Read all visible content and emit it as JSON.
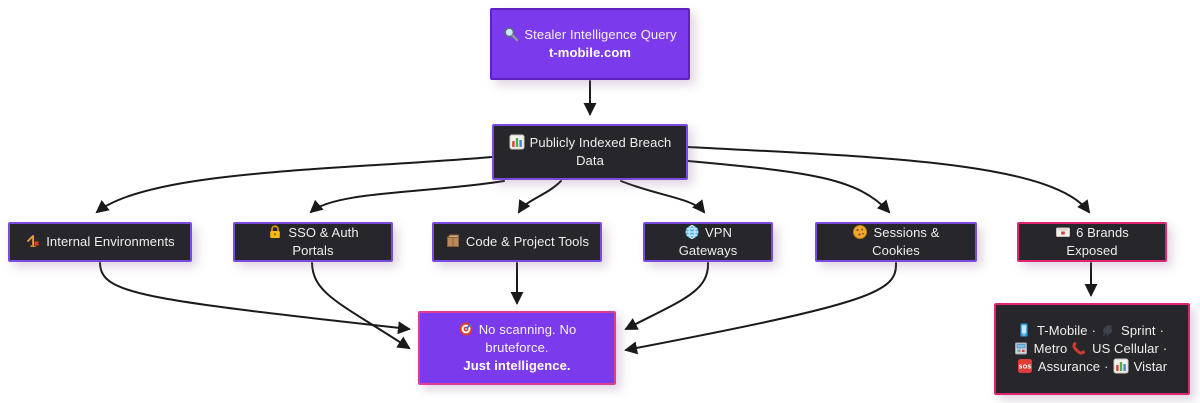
{
  "colors": {
    "accent_purple": "#7c3aed",
    "accent_pink": "#e02470",
    "node_dark": "#26262b",
    "arrow": "#1a1a1a",
    "background": "#ffffff"
  },
  "nodes": {
    "query": {
      "icon": "magnifier-icon",
      "text": "Stealer Intelligence Query",
      "highlight": "t-mobile.com"
    },
    "breach": {
      "icon": "bar-chart-icon",
      "text": "Publicly Indexed Breach Data"
    },
    "internal": {
      "icon": "construction-crane-icon",
      "text": "Internal Environments"
    },
    "sso": {
      "icon": "lock-icon",
      "text": "SSO & Auth Portals"
    },
    "code": {
      "icon": "package-icon",
      "text": "Code & Project Tools"
    },
    "vpn": {
      "icon": "globe-icon",
      "text": "VPN Gateways"
    },
    "sessions": {
      "icon": "cookie-icon",
      "text": "Sessions & Cookies"
    },
    "brands_exposed": {
      "icon": "id-card-icon",
      "text": "6 Brands Exposed"
    },
    "no_scan": {
      "icon": "target-icon",
      "text": "No scanning. No bruteforce.",
      "highlight": "Just intelligence."
    },
    "brands_detail": {
      "separator": "·",
      "items": [
        {
          "icon": "mobile-phone-icon",
          "name": "T-Mobile"
        },
        {
          "icon": "satellite-dish-icon",
          "name": "Sprint"
        },
        {
          "icon": "storefront-icon",
          "name": "Metro"
        },
        {
          "icon": "phone-receiver-icon",
          "name": "US Cellular"
        },
        {
          "icon": "sos-icon",
          "name": "Assurance"
        },
        {
          "icon": "bar-chart-icon",
          "name": "Vistar"
        }
      ]
    }
  },
  "icon_text": {
    "sos": "SOS"
  }
}
